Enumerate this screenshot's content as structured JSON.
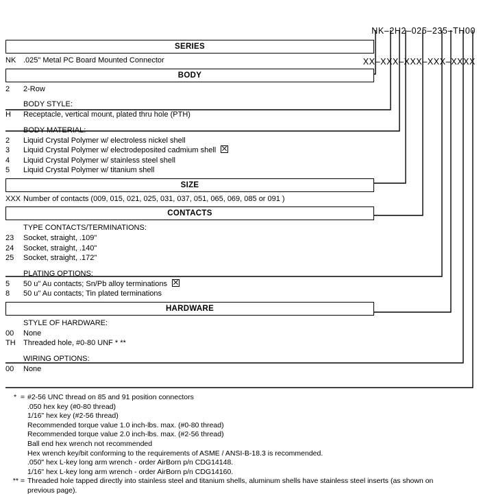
{
  "part_number": {
    "example": "NK–2H2–025–235–TH00",
    "mask": "XX–XXX–XXX–XXX–XXXX"
  },
  "sections": [
    {
      "title": "SERIES",
      "groups": [
        {
          "head": null,
          "rows": [
            {
              "code": "NK",
              "text": ".025\" Metal PC Board Mounted Connector",
              "marker": false
            }
          ]
        }
      ]
    },
    {
      "title": "BODY",
      "groups": [
        {
          "head": null,
          "rows": [
            {
              "code": "2",
              "text": "2-Row",
              "marker": false
            }
          ]
        },
        {
          "head": "BODY STYLE:",
          "rows": [
            {
              "code": "H",
              "text": "Receptacle, vertical mount, plated thru hole (PTH)",
              "marker": false
            }
          ]
        },
        {
          "head": "BODY MATERIAL:",
          "rows": [
            {
              "code": "2",
              "text": "Liquid Crystal Polymer w/ electroless nickel shell",
              "marker": false
            },
            {
              "code": "3",
              "text": "Liquid Crystal Polymer w/ electrodeposited cadmium shell",
              "marker": true
            },
            {
              "code": "4",
              "text": "Liquid Crystal Polymer w/ stainless steel shell",
              "marker": false
            },
            {
              "code": "5",
              "text": "Liquid Crystal Polymer w/ titanium shell",
              "marker": false
            }
          ]
        }
      ]
    },
    {
      "title": "SIZE",
      "groups": [
        {
          "head": null,
          "rows": [
            {
              "code": "XXX",
              "text": "Number of contacts (009, 015, 021, 025, 031, 037, 051, 065, 069, 085 or 091 )",
              "marker": false
            }
          ]
        }
      ]
    },
    {
      "title": "CONTACTS",
      "groups": [
        {
          "head": "TYPE CONTACTS/TERMINATIONS:",
          "rows": [
            {
              "code": "23",
              "text": "Socket, straight, .109\"",
              "marker": false
            },
            {
              "code": "24",
              "text": "Socket, straight, .140\"",
              "marker": false
            },
            {
              "code": "25",
              "text": "Socket, straight, .172\"",
              "marker": false
            }
          ]
        },
        {
          "head": "PLATING OPTIONS:",
          "rows": [
            {
              "code": "5",
              "text": "50 u\" Au contacts; Sn/Pb alloy terminations",
              "marker": true
            },
            {
              "code": "8",
              "text": "50 u\" Au contacts; Tin plated terminations",
              "marker": false
            }
          ]
        }
      ]
    },
    {
      "title": "HARDWARE",
      "groups": [
        {
          "head": "STYLE OF HARDWARE:",
          "rows": [
            {
              "code": "00",
              "text": "None",
              "marker": false
            },
            {
              "code": "TH",
              "text": "Threaded hole, #0-80 UNF * **",
              "marker": false
            }
          ]
        },
        {
          "head": "WIRING OPTIONS:",
          "rows": [
            {
              "code": "00",
              "text": "None",
              "marker": false
            }
          ]
        }
      ]
    }
  ],
  "footnotes": [
    {
      "marker": "*  =",
      "text": "#2-56 UNC thread on 85 and 91 position connectors"
    },
    {
      "marker": "",
      "text": ".050 hex key (#0-80 thread)"
    },
    {
      "marker": "",
      "text": "1/16\" hex key (#2-56 thread)"
    },
    {
      "marker": "",
      "text": "Recommended torque value 1.0 inch-lbs. max. (#0-80 thread)"
    },
    {
      "marker": "",
      "text": "Recommended torque value 2.0 inch-lbs. max. (#2-56 thread)"
    },
    {
      "marker": "",
      "text": "Ball end hex wrench not recommended"
    },
    {
      "marker": "",
      "text": "Hex wrench key/bit conforming to the requirements of ASME / ANSI-B-18.3 is recommended."
    },
    {
      "marker": "",
      "text": ".050\" hex L-key long arm wrench - order AirBorn p/n CDG14148."
    },
    {
      "marker": "",
      "text": "1/16\" hex L-key long arm wrench - order AirBorn p/n CDG14160."
    },
    {
      "marker": "** =",
      "text": "Threaded hole tapped directly into stainless steel and titanium shells, aluminum shells have stainless steel inserts (as shown on previous page)."
    }
  ],
  "colors": {
    "ink": "#000000",
    "paper": "#ffffff"
  }
}
